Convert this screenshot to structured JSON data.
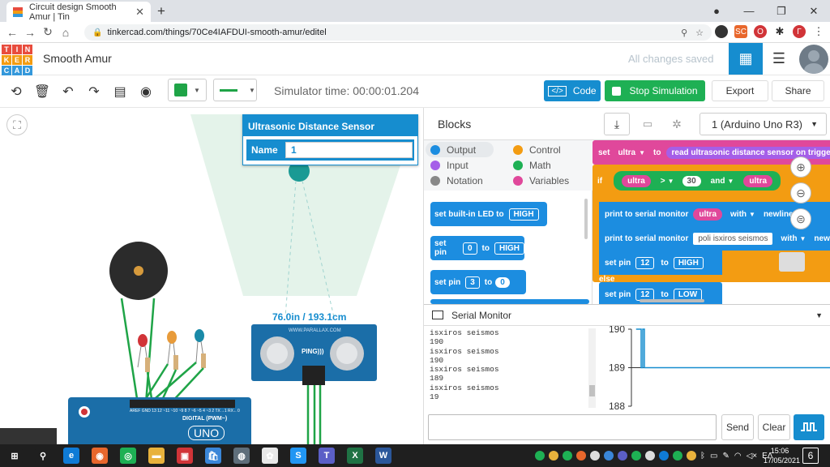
{
  "browser": {
    "tab_title": "Circuit design Smooth Amur | Tin",
    "tab_close": "✕",
    "new_tab": "+",
    "url": "tinkercad.com/things/70Ce4IAFDUI-smooth-amur/editel",
    "window_controls": [
      "—",
      "❐",
      "✕"
    ]
  },
  "header": {
    "logo_letters": [
      "T",
      "I",
      "N",
      "K",
      "E",
      "R",
      "C",
      "A",
      "D"
    ],
    "logo_colors": [
      "#e84c3d",
      "#e84c3d",
      "#e84c3d",
      "#f39c12",
      "#f39c12",
      "#f39c12",
      "#3498db",
      "#3498db",
      "#3498db"
    ],
    "project_name": "Smooth Amur",
    "save_status": "All changes saved"
  },
  "toolbar": {
    "simulator_time": "Simulator time: 00:00:01.204",
    "code_label": "Code",
    "stop_label": "Stop Simulation",
    "export_label": "Export",
    "share_label": "Share",
    "accent": "#168dcf",
    "run_color": "#1eb054",
    "wire_color": "#1fa447"
  },
  "canvas": {
    "popup_title": "Ultrasonic Distance Sensor",
    "popup_field_label": "Name",
    "popup_field_value": "1",
    "distance_readout": "76.0in / 193.1cm",
    "sensor_label": "PING)))",
    "sensor_site": "WWW.PARALLAX.COM",
    "board_label": "UNO",
    "board_digital": "DIGITAL (PWM~)",
    "board_pins": "AREF GND 13 12 ~11 ~10 ~9 8 7 ~6 ~5 4 ~3 2 TX→1 RX←0"
  },
  "editor": {
    "blocks_title": "Blocks",
    "device": "1 (Arduino Uno R3)",
    "categories": [
      {
        "label": "Output",
        "color": "#1c8de0"
      },
      {
        "label": "Control",
        "color": "#f39c12"
      },
      {
        "label": "Input",
        "color": "#a55ee8"
      },
      {
        "label": "Math",
        "color": "#1eb054"
      },
      {
        "label": "Notation",
        "color": "#888888"
      },
      {
        "label": "Variables",
        "color": "#e0489b"
      }
    ],
    "palette": {
      "b1": {
        "text": "set built-in LED to",
        "value": "HIGH"
      },
      "b2": {
        "text": "set pin",
        "pin": "0",
        "to": "to",
        "value": "HIGH"
      },
      "b3": {
        "text": "set pin",
        "pin": "3",
        "to": "to",
        "value": "0"
      }
    },
    "workspace": {
      "set_kw": "set",
      "set_var": "ultra",
      "set_to": "to",
      "set_expr": "read ultrasonic distance sensor on trigger pi",
      "if_kw": "if",
      "cond_var": "ultra",
      "cond_op": ">",
      "cond_num": "30",
      "and_kw": "and",
      "cond_var2": "ultra",
      "print1": "print to serial monitor",
      "print1_var": "ultra",
      "print1_with": "with",
      "print1_nl": "newline",
      "print2": "print to serial monitor",
      "print2_text": "poli isxiros seismos",
      "print2_with": "with",
      "print2_nl": "newlin",
      "setpin1": "set pin",
      "setpin1_pin": "12",
      "setpin1_to": "to",
      "setpin1_val": "HIGH",
      "else_kw": "else",
      "setpin2": "set pin",
      "setpin2_pin": "12",
      "setpin2_to": "to",
      "setpin2_val": "LOW"
    },
    "zoom": [
      "⊕",
      "⊖",
      "⊜"
    ]
  },
  "serial": {
    "title": "Serial Monitor",
    "log": "isxiros seismos\n190\nisxiros seismos\n190\nisxiros seismos\n189\nisxiros seismos\n19",
    "graph_ticks": [
      "190",
      "189",
      "188"
    ],
    "send_label": "Send",
    "clear_label": "Clear"
  },
  "chart_data": {
    "type": "line",
    "title": "",
    "xlabel": "",
    "ylabel": "",
    "ylim": [
      188,
      190
    ],
    "y_ticks": [
      190,
      189,
      188
    ],
    "series": [
      {
        "values": [
          190,
          190,
          190,
          189,
          190,
          189,
          189,
          189,
          189,
          189
        ]
      }
    ]
  },
  "taskbar": {
    "apps": [
      "⊞",
      "⚲",
      "e",
      "◉",
      "◎",
      "▬",
      "▣",
      "🛍",
      "◍",
      "✿",
      "S",
      "T",
      "X",
      "W"
    ],
    "app_colors": [
      "#1f1f1f",
      "#1f1f1f",
      "#0f7bd6",
      "#e8672c",
      "#1eb054",
      "#e8b23c",
      "#d13438",
      "#3a86d8",
      "#5f6e7a",
      "#e8e8e8",
      "#2196f3",
      "#5b5fc7",
      "#1f7244",
      "#2b579a"
    ],
    "lang": "ΕΛ",
    "time": "15:06",
    "date": "17/05/2021",
    "notifications": "6"
  }
}
